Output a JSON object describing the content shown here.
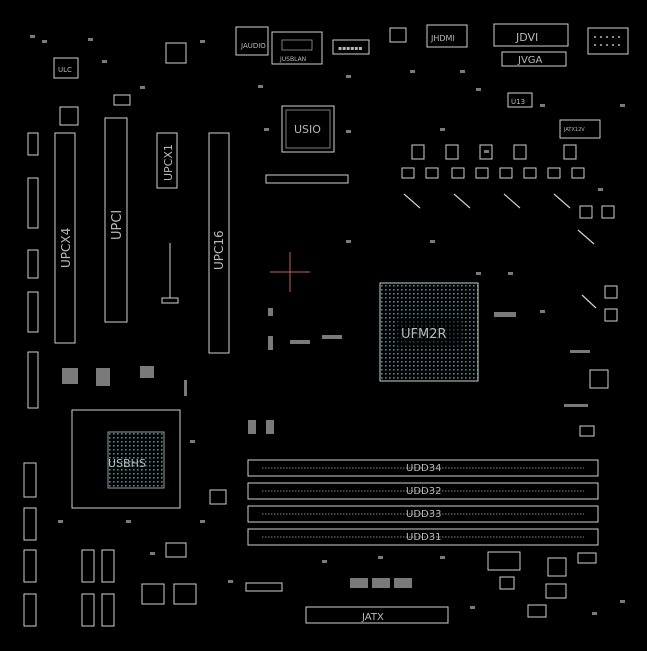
{
  "board": {
    "connectors": {
      "audio": "JAUDIO",
      "usblan": "JUSBLAN",
      "hdmi": "JHDMI",
      "dvi": "JDVI",
      "vga": "JVGA",
      "atx12v": "JATX12V",
      "atx": "JATX"
    },
    "chips": {
      "usio": "USIO",
      "cpu_socket": "UFM2R",
      "southbridge": "USBHS",
      "u13": "U13",
      "ulc": "ULC"
    },
    "slots": {
      "pcie_x4": "UPCX4",
      "pci": "UPCI",
      "pcie_x1": "UPCX1",
      "pcie_x16": "UPC16"
    },
    "dimms": [
      "UDD34",
      "UDD32",
      "UDD33",
      "UDD31"
    ]
  },
  "colors": {
    "background": "#000000",
    "outline": "#cfcfcf",
    "crosshair": "#c0605a",
    "socket_grid": "#3f8f9a"
  }
}
